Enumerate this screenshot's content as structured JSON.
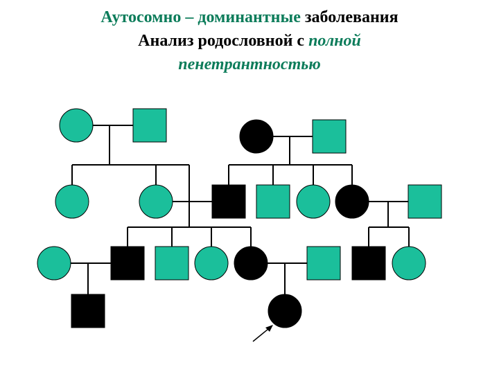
{
  "title": {
    "line1_part1": "Аутосомно – доминантные",
    "line1_part2": " заболевания",
    "line2_part1": "Анализ родословной с ",
    "line2_part2": "полной",
    "line3": "пенетрантностью"
  },
  "colors": {
    "accent": "#0c7c5a",
    "healthy_fill": "#1bbf9b",
    "affected_fill": "#000000",
    "line": "#000000"
  },
  "legend_semantics": {
    "circle": "female",
    "square": "male",
    "black": "affected",
    "teal": "healthy"
  },
  "pedigree": {
    "individuals": [
      {
        "id": "I-1",
        "sex": "female",
        "affected": false
      },
      {
        "id": "I-2",
        "sex": "male",
        "affected": false
      },
      {
        "id": "I-3",
        "sex": "female",
        "affected": true
      },
      {
        "id": "I-4",
        "sex": "male",
        "affected": false
      },
      {
        "id": "II-1",
        "sex": "female",
        "affected": false
      },
      {
        "id": "II-2",
        "sex": "female",
        "affected": false
      },
      {
        "id": "II-3",
        "sex": "male",
        "affected": true
      },
      {
        "id": "II-4",
        "sex": "male",
        "affected": false
      },
      {
        "id": "II-5",
        "sex": "female",
        "affected": false
      },
      {
        "id": "II-6",
        "sex": "female",
        "affected": true
      },
      {
        "id": "II-7",
        "sex": "male",
        "affected": false
      },
      {
        "id": "III-1",
        "sex": "female",
        "affected": false
      },
      {
        "id": "III-2",
        "sex": "male",
        "affected": true
      },
      {
        "id": "III-3",
        "sex": "male",
        "affected": false
      },
      {
        "id": "III-4",
        "sex": "female",
        "affected": false
      },
      {
        "id": "III-5",
        "sex": "female",
        "affected": true
      },
      {
        "id": "III-6",
        "sex": "male",
        "affected": false
      },
      {
        "id": "III-7",
        "sex": "male",
        "affected": true
      },
      {
        "id": "III-8",
        "sex": "female",
        "affected": false
      },
      {
        "id": "IV-1",
        "sex": "male",
        "affected": true
      },
      {
        "id": "IV-2",
        "sex": "female",
        "affected": true
      }
    ],
    "proband": "IV-2"
  }
}
